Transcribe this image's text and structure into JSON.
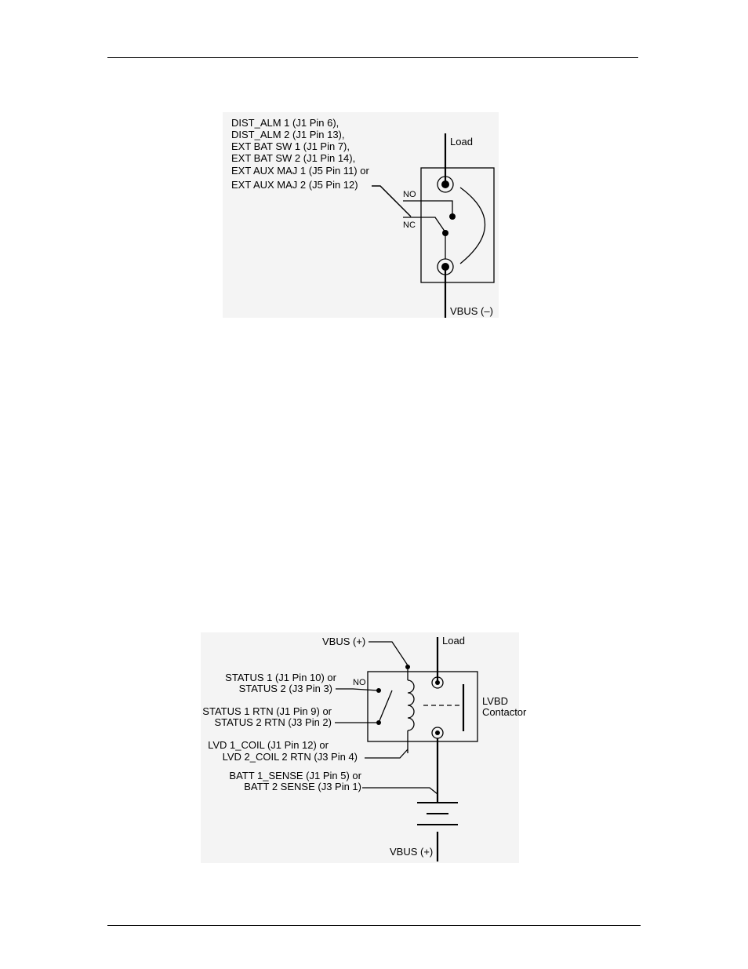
{
  "diagram1": {
    "source_lines": [
      "DIST_ALM 1 (J1 Pin 6),",
      "DIST_ALM 2 (J1 Pin 13),",
      "EXT BAT SW 1 (J1 Pin 7),",
      "EXT BAT SW 2 (J1 Pin 14),",
      "EXT AUX MAJ 1 (J5 Pin 11) or",
      "EXT AUX MAJ 2 (J5 Pin 12)"
    ],
    "load": "Load",
    "no": "NO",
    "nc": "NC",
    "vbus": "VBUS (–)"
  },
  "diagram2": {
    "vbus_top": "VBUS (+)",
    "load": "Load",
    "status_line1": "STATUS 1 (J1 Pin 10) or",
    "status_line2": "STATUS 2 (J3 Pin 3)",
    "no": "NO",
    "status_rtn_line1": "STATUS 1 RTN (J1 Pin 9) or",
    "status_rtn_line2": "STATUS 2 RTN (J3 Pin 2)",
    "lvd_line1": "LVD 1_COIL (J1 Pin 12) or",
    "lvd_line2": "LVD 2_COIL 2 RTN (J3 Pin 4)",
    "batt_line1": "BATT 1_SENSE (J1 Pin 5) or",
    "batt_line2": "BATT 2 SENSE (J3 Pin 1)",
    "contactor_line1": "LVBD",
    "contactor_line2": "Contactor",
    "vbus_bottom": "VBUS (+)"
  }
}
